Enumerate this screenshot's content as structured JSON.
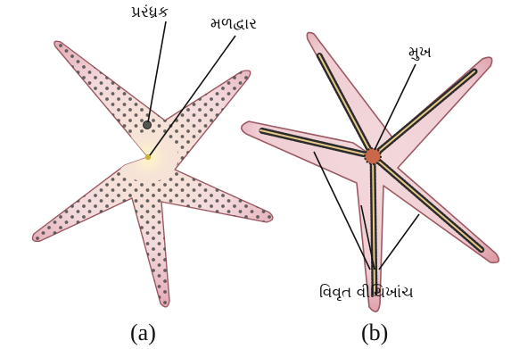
{
  "figure": {
    "panel_a": {
      "caption": "(a)",
      "labels": {
        "madreporite": "પ્રરંધ્રક",
        "anus": "મળદ્વાર"
      }
    },
    "panel_b": {
      "caption": "(b)",
      "labels": {
        "mouth": "મુખ",
        "ambulacral_grooves": "વિવૃત વીથિખાંચ"
      }
    },
    "colors": {
      "body_fill": "#f3d9dc",
      "body_edge": "#9b5a63",
      "spine_dots": "#4a4a4a",
      "center_glow": "#f6efb0",
      "groove": "#2b2b2b",
      "groove_core": "#e6c98a",
      "mouth": "#c9694a"
    }
  }
}
